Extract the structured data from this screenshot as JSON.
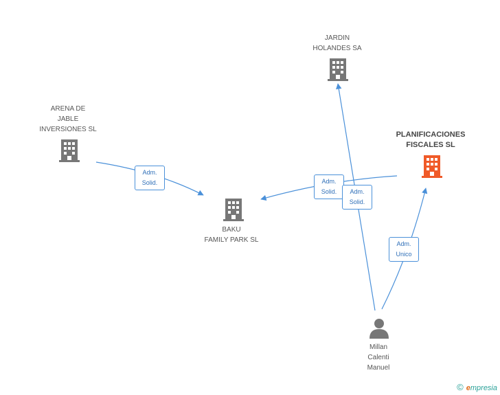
{
  "colors": {
    "edge": "#4a90d9",
    "building": "#777777",
    "focus_building": "#f05a28",
    "person": "#777777"
  },
  "nodes": {
    "arena": {
      "label": "ARENA DE\nJABLE\nINVERSIONES SL",
      "icon": "building-icon"
    },
    "jardin": {
      "label": "JARDIN\nHOLANDES SA",
      "icon": "building-icon"
    },
    "planificaciones": {
      "label": "PLANIFICACIONES\nFISCALES SL",
      "icon": "building-icon"
    },
    "baku": {
      "label": "BAKU\nFAMILY PARK SL",
      "icon": "building-icon"
    },
    "millan": {
      "label": "Millan\nCalenti\nManuel",
      "icon": "person-icon"
    }
  },
  "edges": [
    {
      "from": "arena",
      "to": "baku",
      "label": "Adm.\nSolid."
    },
    {
      "from": "planificaciones",
      "to": "baku",
      "label": "Adm.\nSolid."
    },
    {
      "from": "millan",
      "to": "jardin",
      "label": "Adm.\nSolid."
    },
    {
      "from": "millan",
      "to": "planificaciones",
      "label": "Adm.\nUnico"
    }
  ],
  "brand": {
    "copyright": "©",
    "first_letter": "e",
    "rest": "mpresia"
  }
}
